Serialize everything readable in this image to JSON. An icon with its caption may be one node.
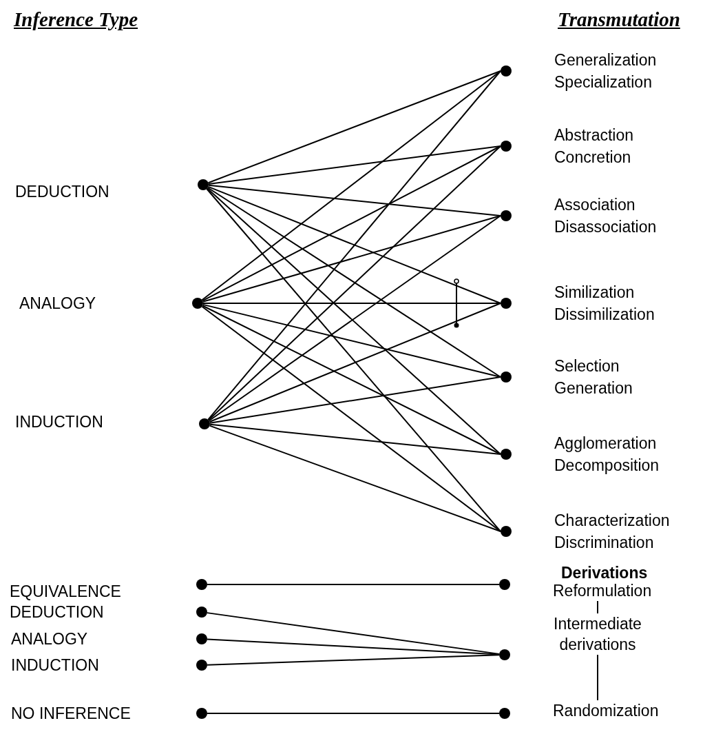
{
  "diagram": {
    "nodes": [
      {
        "text": [],
        "shape": "circle"
      },
      {
        "text": [],
        "shape": "circle"
      },
      {
        "text": [],
        "shape": "circle"
      },
      {
        "text": [
          "Generalization",
          "Specialization"
        ]
      },
      {
        "text": [
          "Abstraction",
          "Concretion"
        ]
      },
      {
        "text": [
          "Association",
          "Disassociation"
        ]
      },
      {
        "text": [
          "Similization",
          "Dissimilization"
        ]
      },
      {
        "text": [
          "Selection",
          "Generation"
        ]
      },
      {
        "text": [
          "Agglomeration",
          "Decomposition"
        ]
      },
      {
        "text": [
          "Characterization",
          "Discrimination"
        ]
      },
      {
        "text": [],
        "shape": "circle"
      },
      {
        "text": [],
        "shape": "circle"
      },
      {
        "text": [],
        "shape": "circle"
      },
      {
        "text": [],
        "shape": "circle"
      },
      {
        "text": [],
        "shape": "circle"
      },
      {
        "text": [],
        "shape": "circle"
      },
      {
        "text": [],
        "shape": "circle"
      },
      {
        "text": [],
        "shape": "circle"
      },
      {
        "text": [
          "Reformulation"
        ]
      },
      {
        "text": [
          "Intermediate derivations"
        ]
      },
      {
        "text": [
          "Randomization"
        ]
      }
    ],
    "edges": [
      {
        "from": 0,
        "to": 3,
        "arrow": "none"
      },
      {
        "from": 0,
        "to": 4,
        "arrow": "none"
      },
      {
        "from": 0,
        "to": 5,
        "arrow": "none"
      },
      {
        "from": 0,
        "to": 6,
        "arrow": "none"
      },
      {
        "from": 0,
        "to": 7,
        "arrow": "none"
      },
      {
        "from": 0,
        "to": 8,
        "arrow": "none"
      },
      {
        "from": 0,
        "to": 9,
        "arrow": "none"
      },
      {
        "from": 1,
        "to": 3,
        "arrow": "none"
      },
      {
        "from": 1,
        "to": 4,
        "arrow": "none"
      },
      {
        "from": 1,
        "to": 5,
        "arrow": "none"
      },
      {
        "from": 1,
        "to": 6,
        "arrow": "none"
      },
      {
        "from": 1,
        "to": 7,
        "arrow": "none"
      },
      {
        "from": 1,
        "to": 8,
        "arrow": "none"
      },
      {
        "from": 1,
        "to": 9,
        "arrow": "none"
      },
      {
        "from": 2,
        "to": 3,
        "arrow": "none"
      },
      {
        "from": 2,
        "to": 4,
        "arrow": "none"
      },
      {
        "from": 2,
        "to": 5,
        "arrow": "none"
      },
      {
        "from": 2,
        "to": 6,
        "arrow": "none"
      },
      {
        "from": 2,
        "to": 7,
        "arrow": "none"
      },
      {
        "from": 2,
        "to": 8,
        "arrow": "none"
      },
      {
        "from": 2,
        "to": 9,
        "arrow": "none"
      },
      {
        "from": 10,
        "to": 15,
        "arrow": "none"
      },
      {
        "from": 11,
        "to": 16,
        "arrow": "none"
      },
      {
        "from": 12,
        "to": 16,
        "arrow": "none"
      },
      {
        "from": 13,
        "to": 16,
        "arrow": "none"
      },
      {
        "from": 14,
        "to": 17,
        "arrow": "none"
      },
      {
        "from": 18,
        "to": 19,
        "arrow": "none"
      },
      {
        "from": 19,
        "to": 20,
        "arrow": "none"
      }
    ],
    "labels": [
      "Inference Type",
      "Transmutation",
      "DEDUCTION",
      "ANALOGY",
      "INDUCTION",
      "Derivations",
      "EQUIVALENCE",
      "DEDUCTION",
      "ANALOGY",
      "INDUCTION",
      "NO INFERENCE"
    ]
  }
}
